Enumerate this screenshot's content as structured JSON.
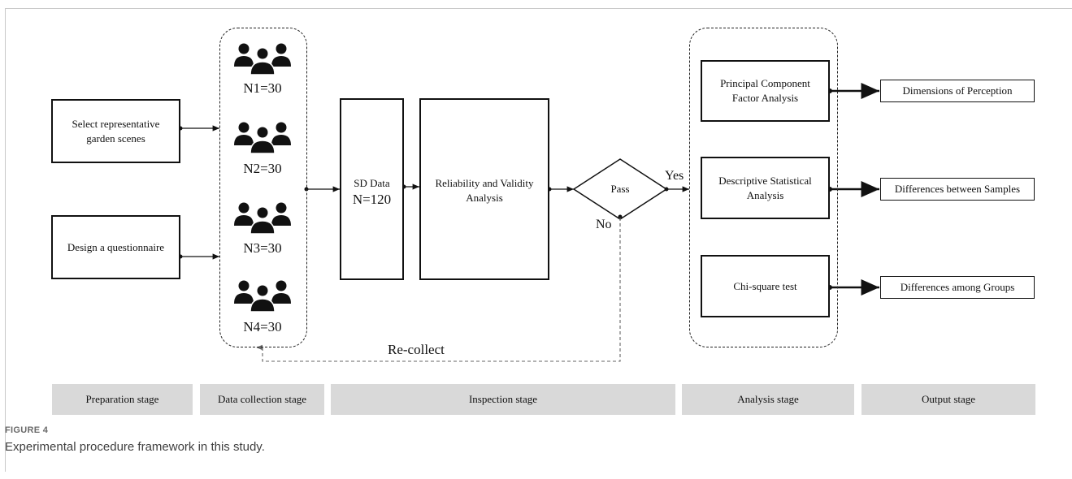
{
  "figure": {
    "label": "FIGURE 4",
    "caption": "Experimental procedure framework in this study."
  },
  "prep": {
    "select_scenes": "Select representative garden scenes",
    "questionnaire": "Design a questionnaire"
  },
  "collection": {
    "groups": [
      "N1=30",
      "N2=30",
      "N3=30",
      "N4=30"
    ]
  },
  "inspection": {
    "sd_data": "SD Data",
    "sd_n": "N=120",
    "reliability": "Reliability and Validity Analysis",
    "pass": "Pass",
    "yes": "Yes",
    "no": "No",
    "recollect": "Re-collect"
  },
  "analysis": {
    "pca": "Principal Component Factor Analysis",
    "descriptive": "Descriptive Statistical Analysis",
    "chisquare": "Chi-square test"
  },
  "output": {
    "dimensions": "Dimensions of Perception",
    "samples": "Differences between Samples",
    "groups": "Differences among Groups"
  },
  "stages": [
    "Preparation stage",
    "Data collection stage",
    "Inspection stage",
    "Analysis stage",
    "Output stage"
  ]
}
